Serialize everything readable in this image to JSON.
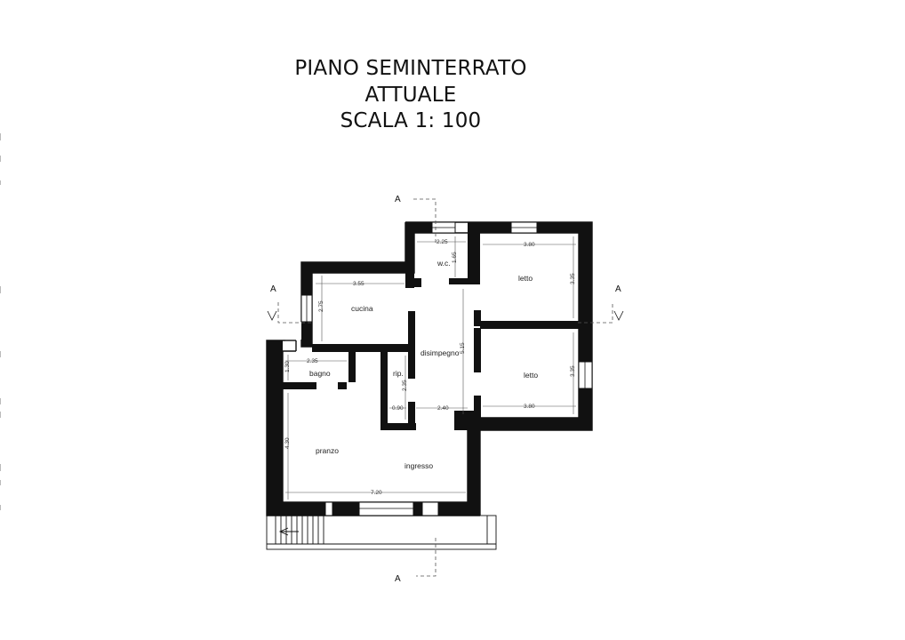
{
  "title": {
    "line1": "PIANO SEMINTERRATO",
    "line2": "ATTUALE",
    "line3": "SCALA 1: 100"
  },
  "rooms": {
    "wc": "w.c.",
    "letto_top": "letto",
    "cucina": "cucina",
    "disimpegno": "disimpegno",
    "letto_bottom": "letto",
    "bagno": "bagno",
    "rip": "rip.",
    "pranzo": "pranzo",
    "ingresso": "ingresso"
  },
  "dimensions": {
    "wc_width": "2.25",
    "wc_height": "1.65",
    "letto_top_width": "3.80",
    "letto_top_height": "3.35",
    "cucina_width": "3.55",
    "cucina_height": "2.75",
    "disimpegno_height": "5.15",
    "letto_bottom_height": "3.35",
    "letto_bottom_width": "3.80",
    "bagno_width": "2.35",
    "bagno_height": "1.30",
    "rip_height": "2.35",
    "rip_width": "0.90",
    "disimpegno_width": "2.40",
    "pranzo_height": "4.30",
    "pranzo_width": "7.20"
  },
  "section_marks": {
    "top": "A",
    "bottom": "A",
    "left": "A",
    "right": "A"
  }
}
